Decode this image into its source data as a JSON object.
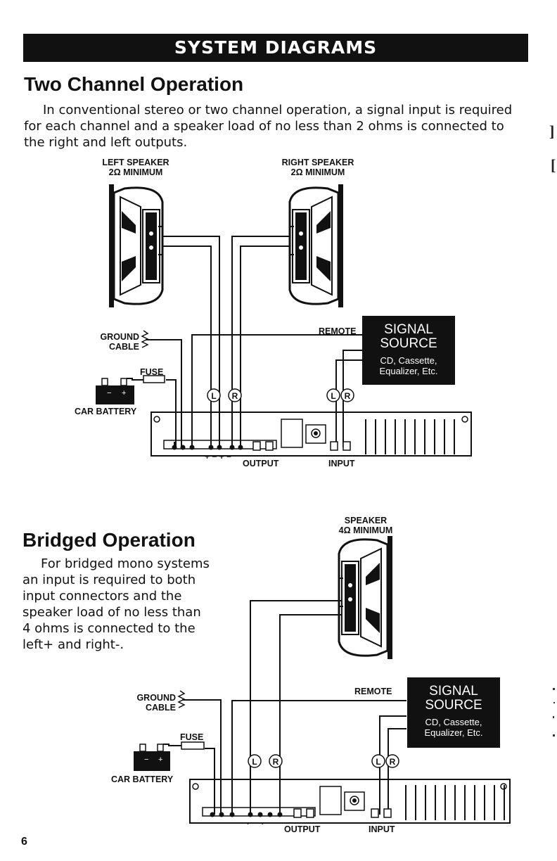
{
  "banner": "SYSTEM DIAGRAMS",
  "section1": {
    "title": "Two Channel Operation",
    "text": "In conventional stereo or two channel operation, a signal input is required for each channel and a speaker load of no less than 2 ohms is connected to the right and left outputs."
  },
  "section2": {
    "title": "Bridged Operation",
    "text": "For bridged mono systems an input is required to both input connectors and the speaker load of no less than 4 ohms is connected to the left+ and right-."
  },
  "diagram1": {
    "left_speaker": [
      "LEFT SPEAKER",
      "2Ω MINIMUM"
    ],
    "right_speaker": [
      "RIGHT SPEAKER",
      "2Ω MINIMUM"
    ],
    "ground_cable": [
      "GROUND",
      "CABLE"
    ],
    "fuse": "FUSE",
    "car_battery": "CAR BATTERY",
    "remote": "REMOTE",
    "signal_source": {
      "title_1": "SIGNAL",
      "title_2": "SOURCE",
      "sub_1": "CD, Cassette,",
      "sub_2": "Equalizer, Etc."
    },
    "output": "OUTPUT",
    "input": "INPUT",
    "polarity": "+ − + −",
    "left_marker": "L",
    "right_marker": "R"
  },
  "diagram2": {
    "speaker": [
      "SPEAKER",
      "4Ω MINIMUM"
    ],
    "ground_cable": [
      "GROUND",
      "CABLE"
    ],
    "fuse": "FUSE",
    "car_battery": "CAR BATTERY",
    "remote": "REMOTE",
    "signal_source": {
      "title_1": "SIGNAL",
      "title_2": "SOURCE",
      "sub_1": "CD, Cassette,",
      "sub_2": "Equalizer, Etc."
    },
    "output": "OUTPUT",
    "input": "INPUT",
    "polarity": "+ − + −",
    "left_marker": "L",
    "right_marker": "R"
  },
  "page_number": "6"
}
